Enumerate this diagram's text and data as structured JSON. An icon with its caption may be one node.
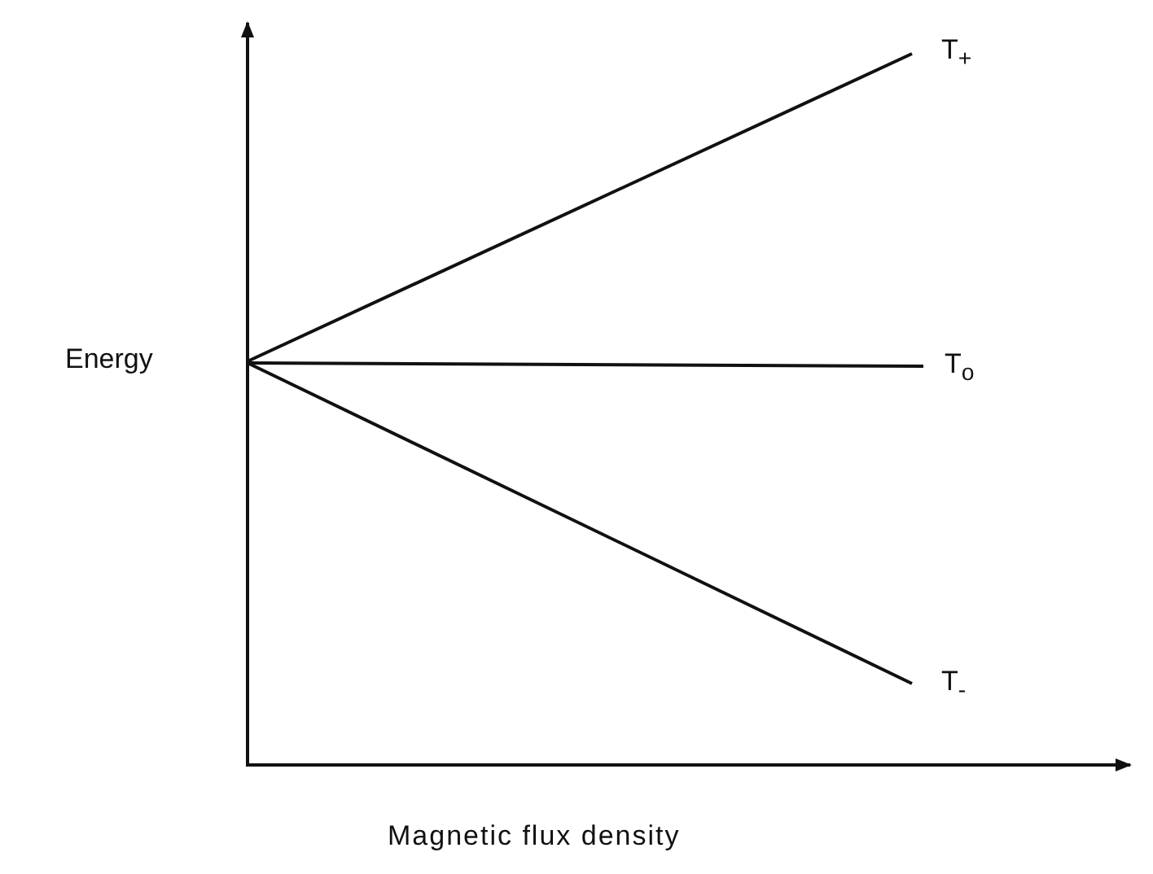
{
  "diagram": {
    "labels": [
      "Energy",
      "T$_{+}$",
      "T$_{o}$",
      "T$_{-}$",
      "Magnetic flux density"
    ]
  }
}
